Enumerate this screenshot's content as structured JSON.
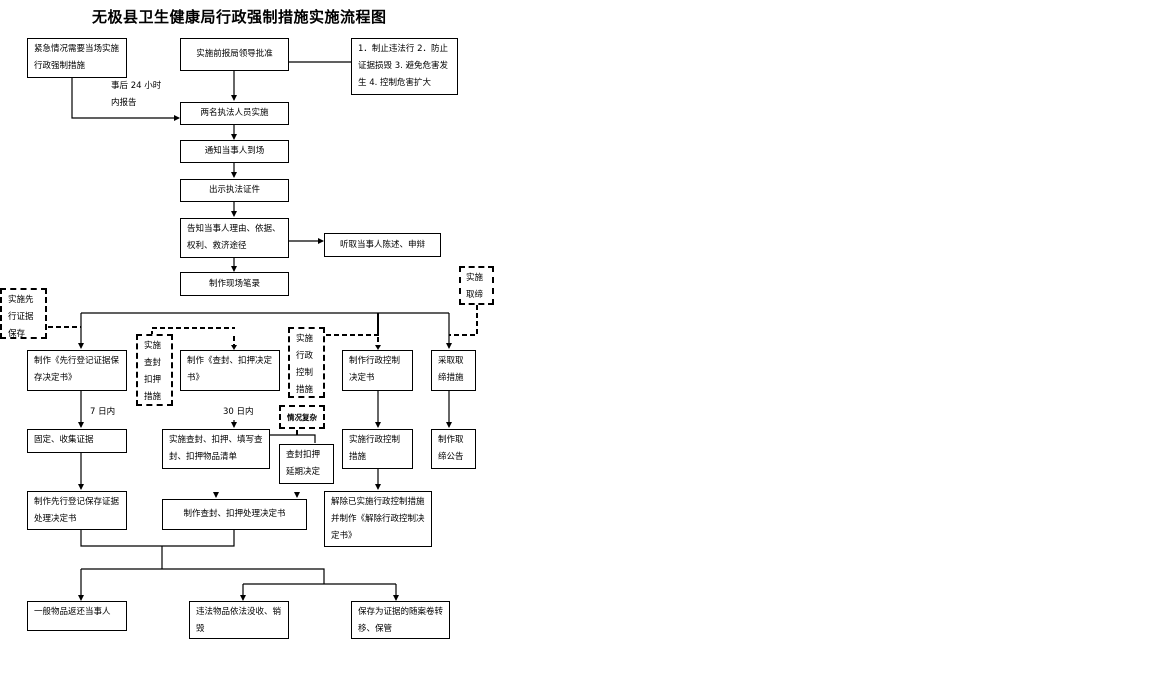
{
  "title": "无极县卫生健康局行政强制措施实施流程图",
  "nodes": {
    "emergency": "紧急情况需要当场实施行政强制措施",
    "pre_approval": "实施前报局领导批准",
    "purposes": "1．制止违法行 2．防止证据损毁 3. 避免危害发生 4. 控制危害扩大",
    "two_officers": "两名执法人员实施",
    "notify_party": "通知当事人到场",
    "show_credentials": "出示执法证件",
    "inform_party": "告知当事人理由、依据、权利、救济途径",
    "hear_statement": "听取当事人陈述、申辩",
    "make_record": "制作现场笔录",
    "side_preserve": "实施先行证据保存",
    "side_seal": "实施查封扣押措施",
    "side_control": "实施行政控制措施",
    "side_ban": "实施取缔",
    "side_complex": "情况复杂",
    "decision_preserve": "制作《先行登记证据保存决定书》",
    "decision_seal": "制作《查封、扣押决定书》",
    "decision_control": "制作行政控制决定书",
    "ban_measure": "采取取缔措施",
    "fix_evidence": "固定、收集证据",
    "implement_seal": "实施查封、扣押、填写查封、扣押物品清单",
    "seal_extension": "查封扣押延期决定",
    "implement_control": "实施行政控制措施",
    "ban_notice": "制作取缔公告",
    "preserve_handling": "制作先行登记保存证据处理决定书",
    "seal_handling": "制作查封、扣押处理决定书",
    "release_control": "解除已实施行政控制措施并制作《解除行政控制决定书》",
    "return_items": "一般物品返还当事人",
    "confiscate": "违法物品依法没收、销毁",
    "archive": "保存为证据的随案卷转移、保管"
  },
  "labels": {
    "report_24h": "事后 24 小时内报告",
    "within_7_days": "7 日内",
    "within_30_days": "30 日内"
  }
}
